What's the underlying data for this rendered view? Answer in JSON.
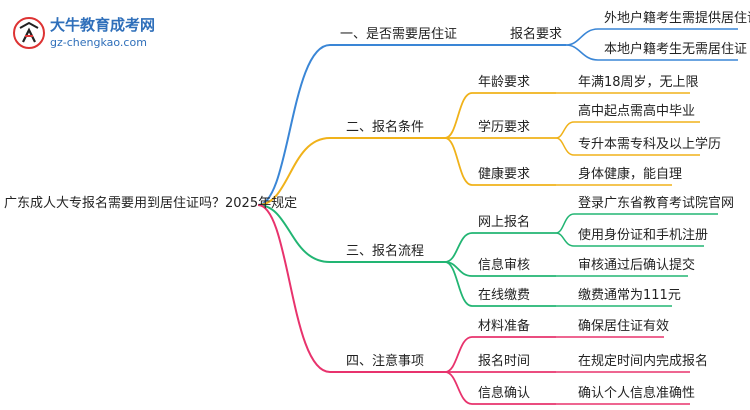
{
  "logo": {
    "name": "大牛教育成考网",
    "url": "gz-chengkao.com"
  },
  "root": "广东成人大专报名需要用到居住证吗？2025年规定",
  "branches": [
    {
      "label": "一、是否需要居住证",
      "color": "#3a86d6",
      "children": [
        {
          "label": "报名要求",
          "leaves": [
            "外地户籍考生需提供居住证",
            "本地户籍考生无需居住证"
          ]
        }
      ]
    },
    {
      "label": "二、报名条件",
      "color": "#f0b21a",
      "children": [
        {
          "label": "年龄要求",
          "leaves": [
            "年满18周岁，无上限"
          ]
        },
        {
          "label": "学历要求",
          "leaves": [
            "高中起点需高中毕业",
            "专升本需专科及以上学历"
          ]
        },
        {
          "label": "健康要求",
          "leaves": [
            "身体健康，能自理"
          ]
        }
      ]
    },
    {
      "label": "三、报名流程",
      "color": "#22b573",
      "children": [
        {
          "label": "网上报名",
          "leaves": [
            "登录广东省教育考试院官网",
            "使用身份证和手机注册"
          ]
        },
        {
          "label": "信息审核",
          "leaves": [
            "审核通过后确认提交"
          ]
        },
        {
          "label": "在线缴费",
          "leaves": [
            "缴费通常为111元"
          ]
        }
      ]
    },
    {
      "label": "四、注意事项",
      "color": "#e8336d",
      "children": [
        {
          "label": "材料准备",
          "leaves": [
            "确保居住证有效"
          ]
        },
        {
          "label": "报名时间",
          "leaves": [
            "在规定时间内完成报名"
          ]
        },
        {
          "label": "信息确认",
          "leaves": [
            "确认个人信息准确性"
          ]
        }
      ]
    }
  ]
}
